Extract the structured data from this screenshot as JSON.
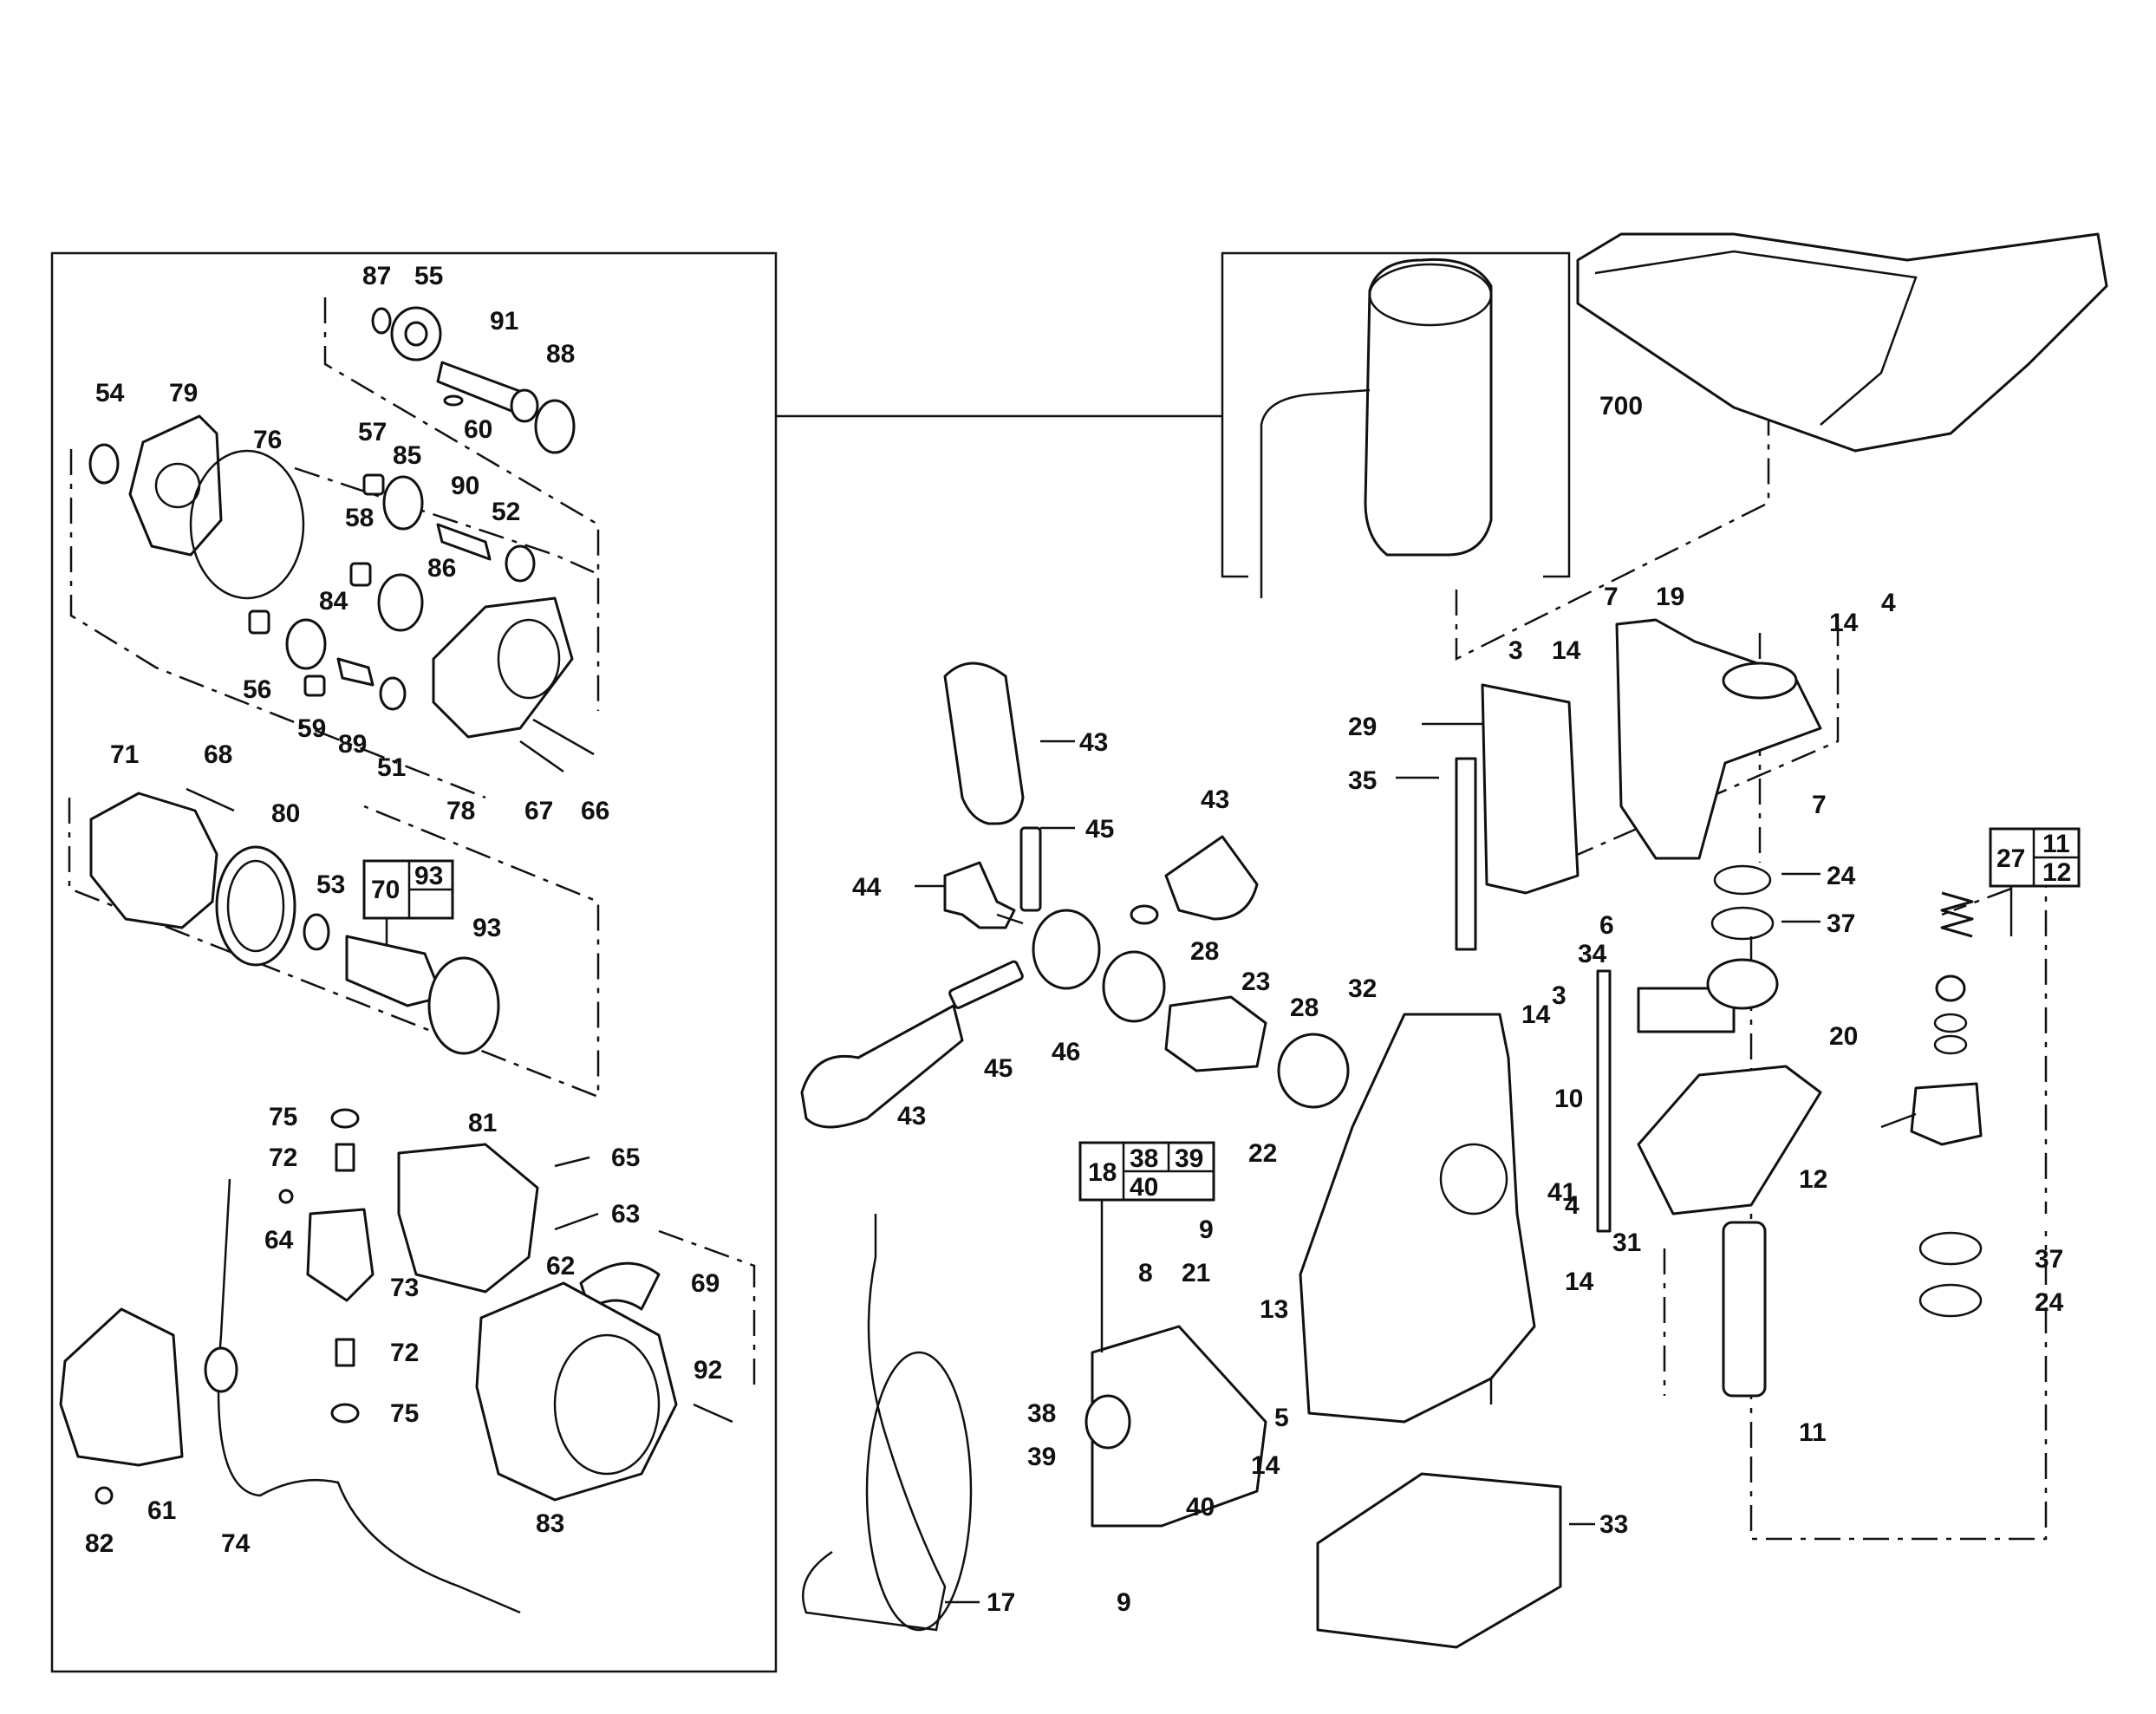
{
  "labels": {
    "p87": "87",
    "p55": "55",
    "p91": "91",
    "p88": "88",
    "p60": "60",
    "p54": "54",
    "p79": "79",
    "p76": "76",
    "p57": "57",
    "p85": "85",
    "p90": "90",
    "p58": "58",
    "p52": "52",
    "p86": "86",
    "p84": "84",
    "p56": "56",
    "p59": "59",
    "p89": "89",
    "p51": "51",
    "p78": "78",
    "p67": "67",
    "p66": "66",
    "p71": "71",
    "p68": "68",
    "p80": "80",
    "p53": "53",
    "p93": "93",
    "box70": "70",
    "box70_sub": "93",
    "p75a": "75",
    "p72a": "72",
    "p64": "64",
    "p81": "81",
    "p65": "65",
    "p63": "63",
    "p73": "73",
    "p62": "62",
    "p69": "69",
    "p72b": "72",
    "p75b": "75",
    "p92": "92",
    "p61": "61",
    "p82": "82",
    "p74": "74",
    "p83": "83",
    "p700": "700",
    "p43a": "43",
    "p43b": "43",
    "p43c": "43",
    "p45a": "45",
    "p45b": "45",
    "p44": "44",
    "p46": "46",
    "p28a": "28",
    "p28b": "28",
    "p23": "23",
    "p7a": "7",
    "p19": "19",
    "p14a": "14",
    "p4a": "4",
    "p3a": "3",
    "p14b": "14",
    "p29": "29",
    "p35": "35",
    "p7b": "7",
    "p24a": "24",
    "p6": "6",
    "p37a": "37",
    "p34": "34",
    "p32": "32",
    "p14c": "14",
    "p3b": "3",
    "p10": "10",
    "p20": "20",
    "p41": "41",
    "p22": "22",
    "p9a": "9",
    "p4b": "4",
    "p14d": "14",
    "p31": "31",
    "p21": "21",
    "p8": "8",
    "p13": "13",
    "p38": "38",
    "p39": "39",
    "p5": "5",
    "p14e": "14",
    "p40": "40",
    "p33": "33",
    "p9b": "9",
    "p17": "17",
    "p12": "12",
    "p37b": "37",
    "p24b": "24",
    "p11": "11",
    "box18": "18",
    "box18_a": "38",
    "box18_b": "39",
    "box18_c": "40",
    "box27": "27",
    "box27_a": "11",
    "box27_b": "12"
  }
}
